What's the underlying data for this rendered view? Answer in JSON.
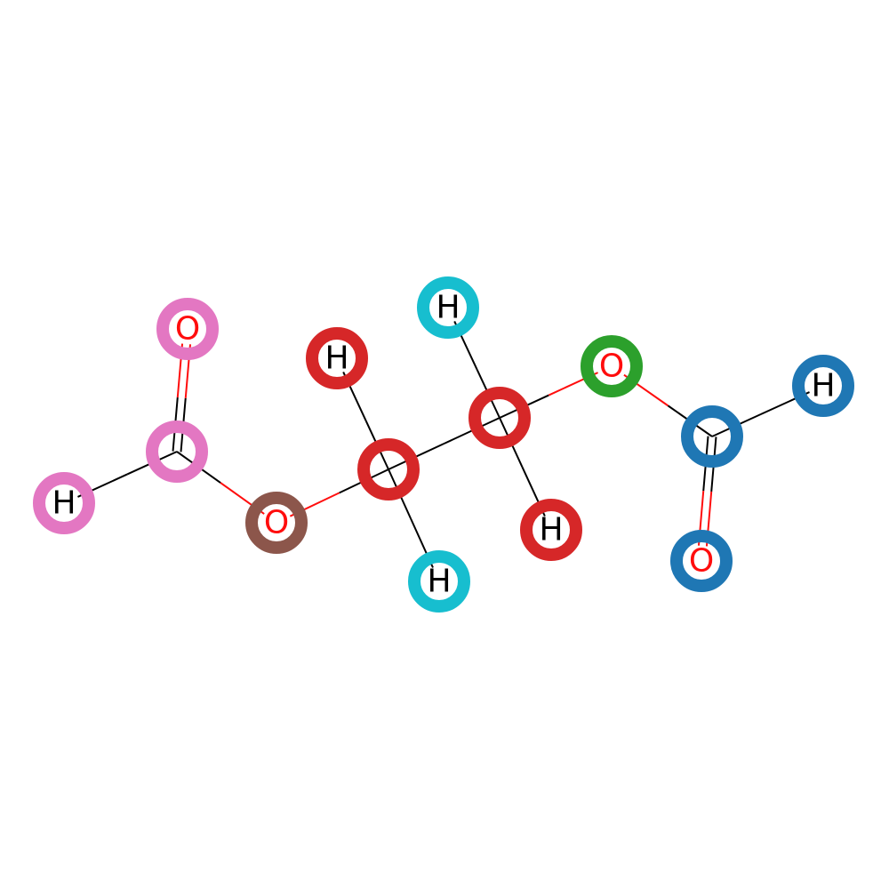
{
  "molecule": {
    "atoms": [
      {
        "id": "C1",
        "element": "C",
        "label": "",
        "highlight": "#e377c2"
      },
      {
        "id": "O1",
        "element": "O",
        "label": "O",
        "highlight": "#e377c2"
      },
      {
        "id": "H1",
        "element": "H",
        "label": "H",
        "highlight": "#e377c2"
      },
      {
        "id": "O2",
        "element": "O",
        "label": "O",
        "highlight": "#8c564b"
      },
      {
        "id": "C2",
        "element": "C",
        "label": "",
        "highlight": "#d62728"
      },
      {
        "id": "H2",
        "element": "H",
        "label": "H",
        "highlight": "#d62728"
      },
      {
        "id": "H3",
        "element": "H",
        "label": "H",
        "highlight": "#17becf"
      },
      {
        "id": "C3",
        "element": "C",
        "label": "",
        "highlight": "#d62728"
      },
      {
        "id": "H4",
        "element": "H",
        "label": "H",
        "highlight": "#17becf"
      },
      {
        "id": "H5",
        "element": "H",
        "label": "H",
        "highlight": "#d62728"
      },
      {
        "id": "O3",
        "element": "O",
        "label": "O",
        "highlight": "#2ca02c"
      },
      {
        "id": "C4",
        "element": "C",
        "label": "",
        "highlight": "#1f77b4"
      },
      {
        "id": "H6",
        "element": "H",
        "label": "H",
        "highlight": "#1f77b4"
      },
      {
        "id": "O4",
        "element": "O",
        "label": "O",
        "highlight": "#1f77b4"
      }
    ],
    "bonds": [
      {
        "a": "C1",
        "b": "O1",
        "order": 2
      },
      {
        "a": "C1",
        "b": "H1",
        "order": 1
      },
      {
        "a": "C1",
        "b": "O2",
        "order": 1
      },
      {
        "a": "O2",
        "b": "C2",
        "order": 1
      },
      {
        "a": "C2",
        "b": "H2",
        "order": 1
      },
      {
        "a": "C2",
        "b": "H3",
        "order": 1
      },
      {
        "a": "C2",
        "b": "C3",
        "order": 1
      },
      {
        "a": "C3",
        "b": "H4",
        "order": 1
      },
      {
        "a": "C3",
        "b": "H5",
        "order": 1
      },
      {
        "a": "C3",
        "b": "O3",
        "order": 1
      },
      {
        "a": "O3",
        "b": "C4",
        "order": 1
      },
      {
        "a": "C4",
        "b": "H6",
        "order": 1
      },
      {
        "a": "C4",
        "b": "O4",
        "order": 2
      }
    ],
    "element_colors": {
      "C": "#000000",
      "O": "#ff0d0d",
      "H": "#000000"
    }
  }
}
